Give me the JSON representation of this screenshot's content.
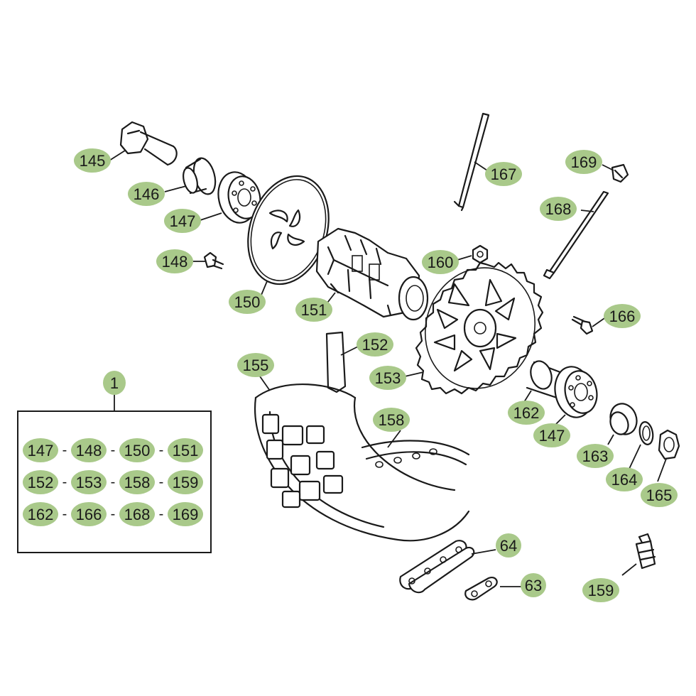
{
  "callouts": {
    "c145": "145",
    "c146": "146",
    "c147a": "147",
    "c148": "148",
    "c150": "150",
    "c151": "151",
    "c152": "152",
    "c153": "153",
    "c155": "155",
    "c158": "158",
    "c159": "159",
    "c160": "160",
    "c162": "162",
    "c147b": "147",
    "c163": "163",
    "c164": "164",
    "c165": "165",
    "c166": "166",
    "c167": "167",
    "c168": "168",
    "c169": "169",
    "c63": "63",
    "c64": "64",
    "c1": "1"
  },
  "kit": {
    "separator": "-",
    "rows": [
      [
        "147",
        "148",
        "150",
        "151"
      ],
      [
        "152",
        "153",
        "158",
        "159"
      ],
      [
        "162",
        "166",
        "168",
        "169"
      ]
    ]
  },
  "colors": {
    "callout": "#a9c98a",
    "line": "#1a1a1a"
  }
}
